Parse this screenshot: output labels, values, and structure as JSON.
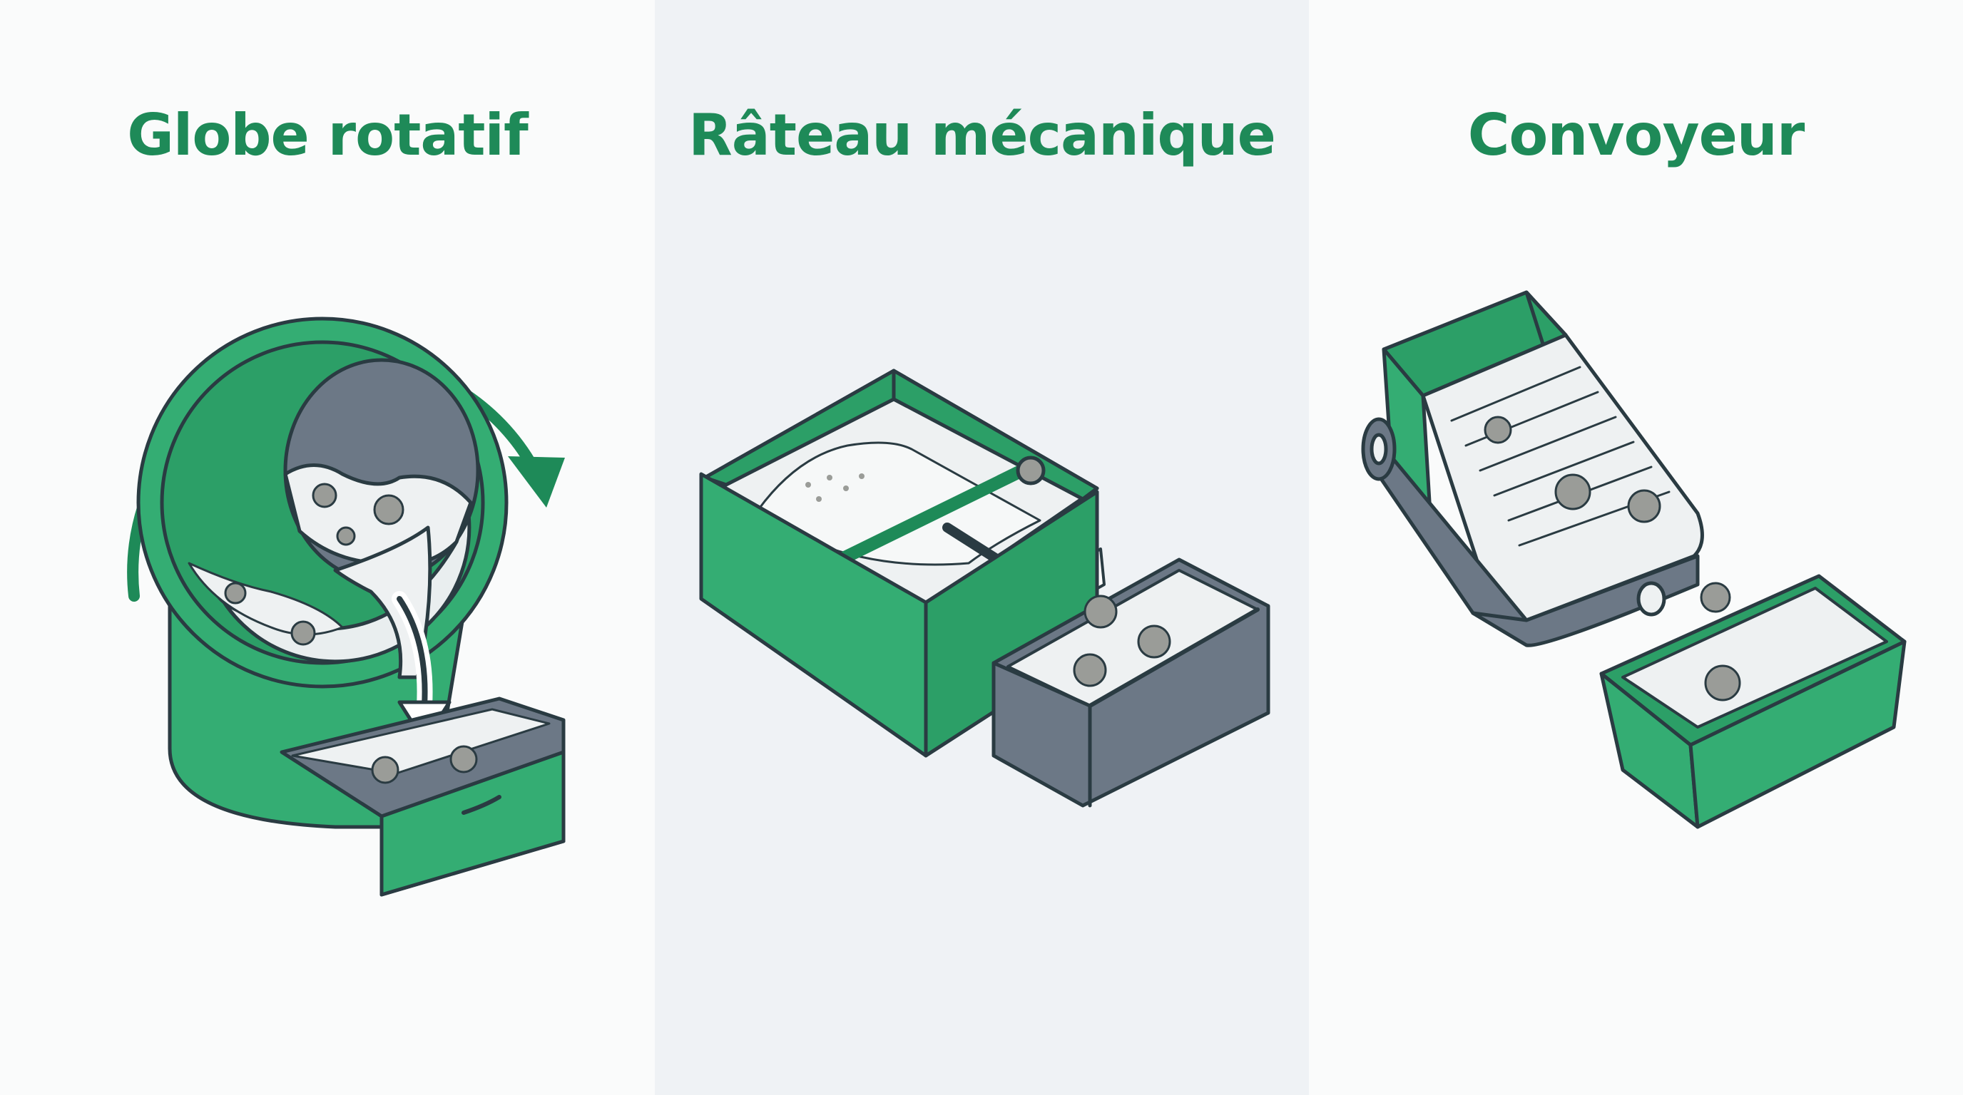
{
  "panels": [
    {
      "title": "Globe rotatif",
      "icon": "rotating-globe-litter-box"
    },
    {
      "title": "Râteau mécanique",
      "icon": "mechanical-rake-litter-box"
    },
    {
      "title": "Convoyeur",
      "icon": "conveyor-belt-litter-box"
    }
  ],
  "colors": {
    "brand_green": "#34ad73",
    "title_green": "#1e8a58",
    "outline": "#2a3b42",
    "slate": "#6c7886",
    "litter": "#eef1f2",
    "clump": "#9a9c98",
    "middle_panel_bg": "#eff2f5"
  }
}
